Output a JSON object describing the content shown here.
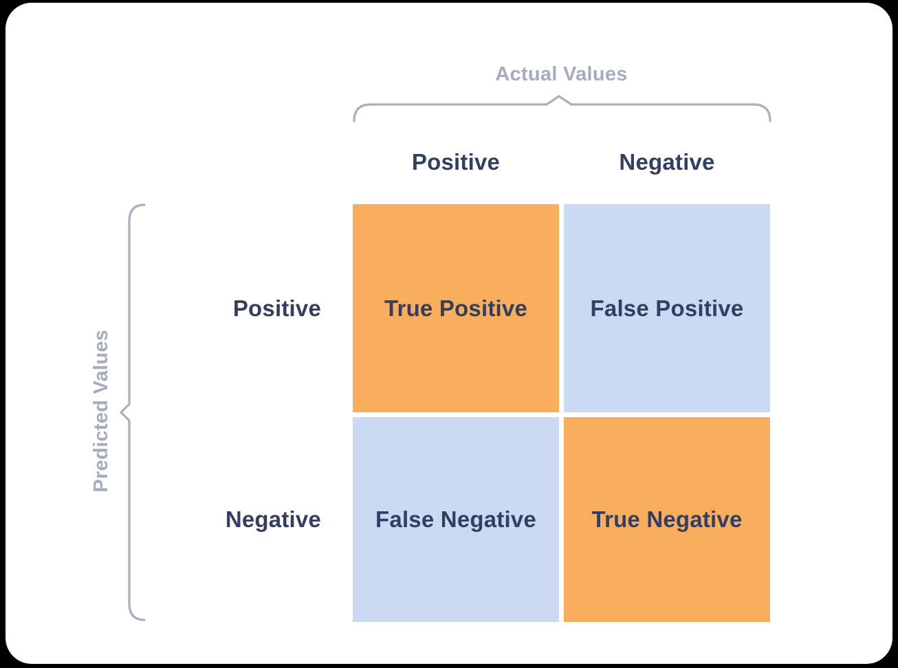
{
  "diagram": {
    "type": "confusion-matrix",
    "title": "Actual Values",
    "side_title": "Predicted Values",
    "columns": [
      "Positive",
      "Negative"
    ],
    "rows": [
      "Positive",
      "Negative"
    ],
    "cells": [
      {
        "row": "Positive",
        "column": "Positive",
        "label": "True Positive",
        "tone": "orange"
      },
      {
        "row": "Positive",
        "column": "Negative",
        "label": "False Positive",
        "tone": "blue"
      },
      {
        "row": "Negative",
        "column": "Positive",
        "label": "False Negative",
        "tone": "blue"
      },
      {
        "row": "Negative",
        "column": "Negative",
        "label": "True Negative",
        "tone": "orange"
      }
    ],
    "colors": {
      "orange": "#F8AE5C",
      "blue": "#CBDAF2",
      "navy_text": "#333E63",
      "gray_label": "#A5ACBC",
      "brace": "#A8AFBE",
      "card_bg": "#FFFFFF",
      "page_bg": "#000000"
    }
  }
}
